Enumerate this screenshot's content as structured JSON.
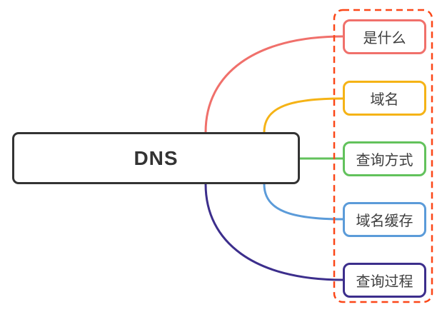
{
  "diagram": {
    "type": "mindmap",
    "background_color": "#ffffff",
    "root": {
      "label": "DNS",
      "border_color": "#333333",
      "text_color": "#333333",
      "fill_color": "#ffffff"
    },
    "group_box": {
      "border_color": "#FB4718",
      "border_style": "dashed",
      "fill_color": "#ffffff"
    },
    "children": [
      {
        "label": "是什么",
        "color": "#F0706B"
      },
      {
        "label": "域名",
        "color": "#F5B316"
      },
      {
        "label": "查询方式",
        "color": "#62C25C"
      },
      {
        "label": "域名缓存",
        "color": "#5B9BD9"
      },
      {
        "label": "查询过程",
        "color": "#3C2E8C"
      }
    ]
  }
}
